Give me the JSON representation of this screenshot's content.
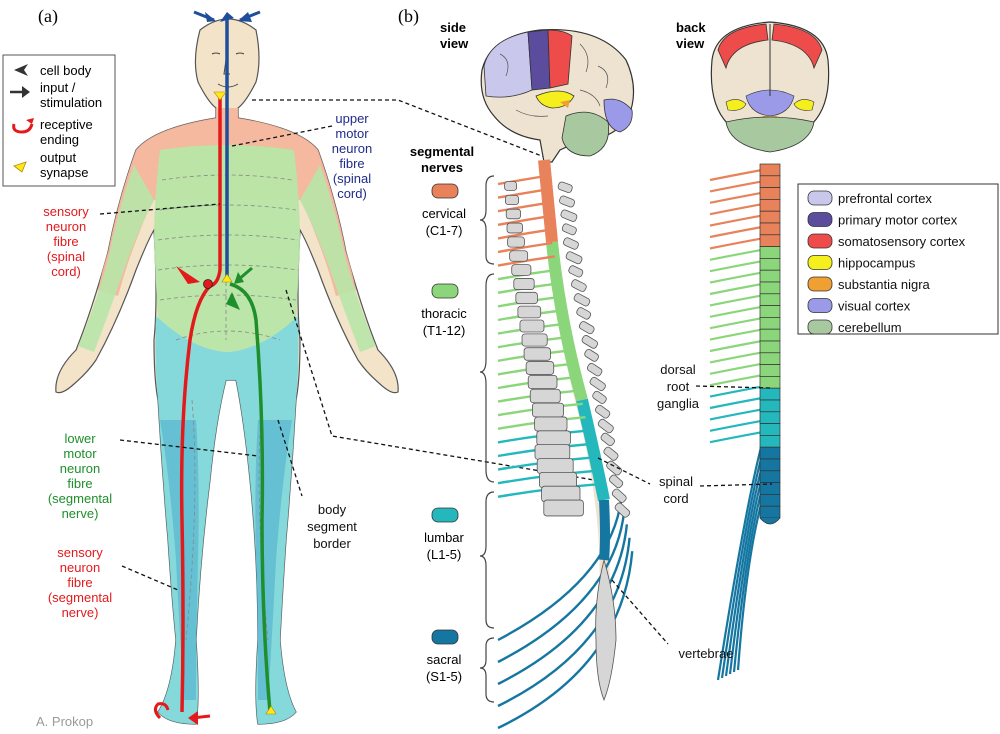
{
  "panel_a": {
    "label": "(a)",
    "legend": [
      {
        "text": "cell body"
      },
      {
        "text": "input /"
      },
      {
        "text": "stimulation"
      },
      {
        "text": "receptive"
      },
      {
        "text": "ending"
      },
      {
        "text": "output"
      },
      {
        "text": "synapse"
      }
    ],
    "upper_motor": [
      "upper",
      "motor",
      "neuron",
      "fibre",
      "(spinal",
      "cord)"
    ],
    "sensory_spinal": [
      "sensory",
      "neuron",
      "fibre",
      "(spinal",
      "cord)"
    ],
    "lower_motor": [
      "lower",
      "motor",
      "neuron",
      "fibre",
      "(segmental",
      "nerve)"
    ],
    "body_segment": [
      "body",
      "segment",
      "border"
    ],
    "sensory_segmental": [
      "sensory",
      "neuron",
      "fibre",
      "(segmental",
      "nerve)"
    ],
    "credit": "A. Prokop",
    "colors": {
      "sensory": "#e31a1c",
      "upper_motor": "#1f4e9a",
      "lower_motor": "#1e8f2a",
      "cervical_region": "#f4b49a",
      "thoracic_region": "#b8e6a8",
      "lumbar_region": "#7fd8dc",
      "sacral_region": "#3fa2c9"
    }
  },
  "panel_b": {
    "label": "(b)",
    "side_view": [
      "side",
      "view"
    ],
    "back_view": [
      "back",
      "view"
    ],
    "segmental_nerves": [
      "segmental",
      "nerves"
    ],
    "segments": [
      {
        "name": "cervical",
        "range": "(C1-7)",
        "color": "#e8825a"
      },
      {
        "name": "thoracic",
        "range": "(T1-12)",
        "color": "#8bd67a"
      },
      {
        "name": "lumbar",
        "range": "(L1-5)",
        "color": "#24b8bd"
      },
      {
        "name": "sacral",
        "range": "(S1-5)",
        "color": "#1577a1"
      }
    ],
    "brain_legend": [
      {
        "text": "prefrontal cortex",
        "color": "#c9c8ec"
      },
      {
        "text": "primary motor cortex",
        "color": "#5b4c9e"
      },
      {
        "text": "somatosensory cortex",
        "color": "#ee4b4b"
      },
      {
        "text": "hippocampus",
        "color": "#f6ef1e"
      },
      {
        "text": "substantia nigra",
        "color": "#f0a032"
      },
      {
        "text": "visual cortex",
        "color": "#9b9ae8"
      },
      {
        "text": "cerebellum",
        "color": "#a8c8a0"
      }
    ],
    "dorsal_root": [
      "dorsal",
      "root",
      "ganglia"
    ],
    "spinal_cord": [
      "spinal",
      "cord"
    ],
    "vertebrae": "vertebrae"
  }
}
